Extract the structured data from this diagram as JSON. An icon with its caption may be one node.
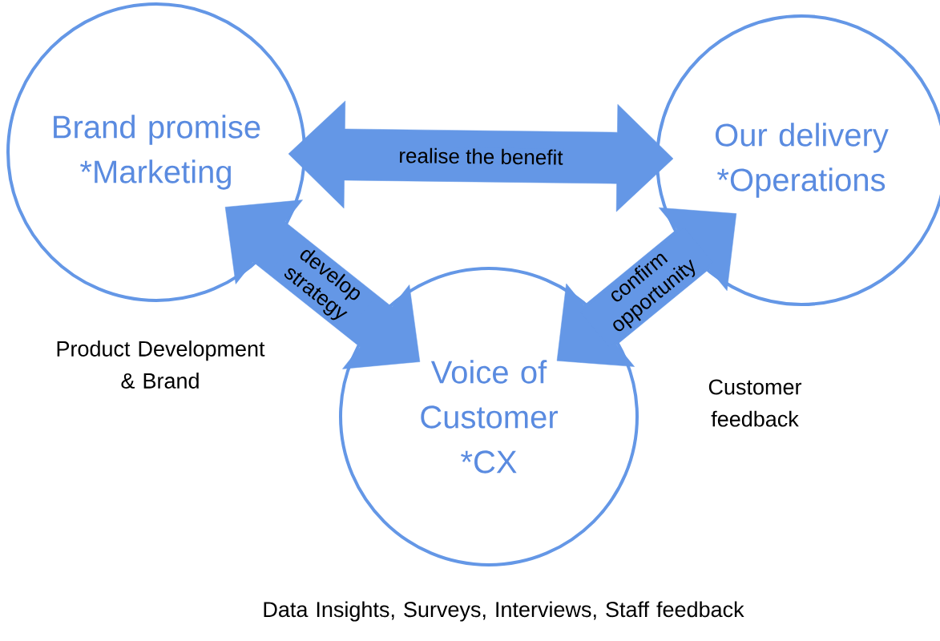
{
  "diagram": {
    "nodes": [
      {
        "text": [
          "Brand promise",
          "*Marketing"
        ],
        "beside": [
          "Product Development & Brand"
        ]
      },
      {
        "text": [
          "Our delivery",
          "*Operations"
        ]
      },
      {
        "text": [
          "Voice of Customer",
          "*CX"
        ],
        "beside": [
          "Data Insights, Surveys, Interviews, Staff feedback"
        ]
      }
    ],
    "edges": [
      {
        "from": 0,
        "to": 1,
        "arrow": "both",
        "label": "realise the benefit"
      },
      {
        "from": 0,
        "to": 2,
        "arrow": "both",
        "label": "develop strategy"
      },
      {
        "from": 1,
        "to": 2,
        "arrow": "both",
        "label": "confirm opportunity"
      }
    ],
    "labels": [
      "Customer feedback"
    ]
  }
}
